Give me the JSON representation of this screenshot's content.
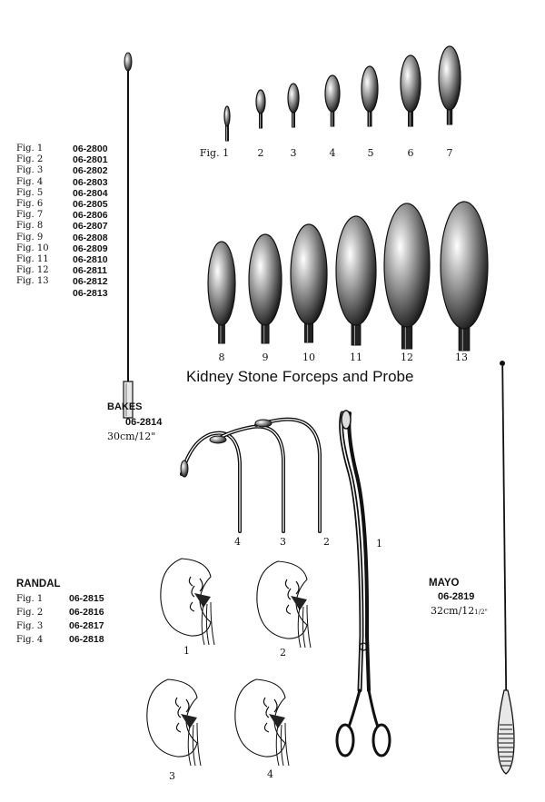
{
  "figure_table": [
    {
      "label": "Fig. 1",
      "code": "06-2800"
    },
    {
      "label": "Fig. 2",
      "code": "06-2801"
    },
    {
      "label": "Fig. 3",
      "code": "06-2802"
    },
    {
      "label": "Fig. 4",
      "code": "06-2803"
    },
    {
      "label": "Fig. 5",
      "code": "06-2804"
    },
    {
      "label": "Fig. 6",
      "code": "06-2805"
    },
    {
      "label": "Fig. 7",
      "code": "06-2806"
    },
    {
      "label": "Fig. 8",
      "code": "06-2807"
    },
    {
      "label": "Fig. 9",
      "code": "06-2808"
    },
    {
      "label": "Fig. 10",
      "code": "06-2809"
    },
    {
      "label": "Fig. 11",
      "code": "06-2810"
    },
    {
      "label": "Fig. 12",
      "code": "06-2811"
    },
    {
      "label": "Fig. 13",
      "code": "06-2812"
    },
    {
      "label": "",
      "code": "06-2813"
    }
  ],
  "top_row_labels": [
    "Fig. 1",
    "2",
    "3",
    "4",
    "5",
    "6",
    "7"
  ],
  "bottom_row_labels": [
    "8",
    "9",
    "10",
    "11",
    "12",
    "13"
  ],
  "title": "Kidney Stone Forceps and Probe",
  "bakes": {
    "name": "BAKES",
    "code": "06-2814",
    "size": "30cm/12\""
  },
  "forceps_labels": [
    "4",
    "3",
    "2",
    "1"
  ],
  "randal": {
    "name": "RANDAL",
    "items": [
      {
        "label": "Fig. 1",
        "code": "06-2815"
      },
      {
        "label": "Fig. 2",
        "code": "06-2816"
      },
      {
        "label": "Fig. 3",
        "code": "06-2817"
      },
      {
        "label": "Fig. 4",
        "code": "06-2818"
      }
    ],
    "diagram_labels": [
      "1",
      "2",
      "3",
      "4"
    ]
  },
  "mayo": {
    "name": "MAYO",
    "code": "06-2819",
    "size_main": "32cm/12",
    "size_frac": "1/2\""
  }
}
